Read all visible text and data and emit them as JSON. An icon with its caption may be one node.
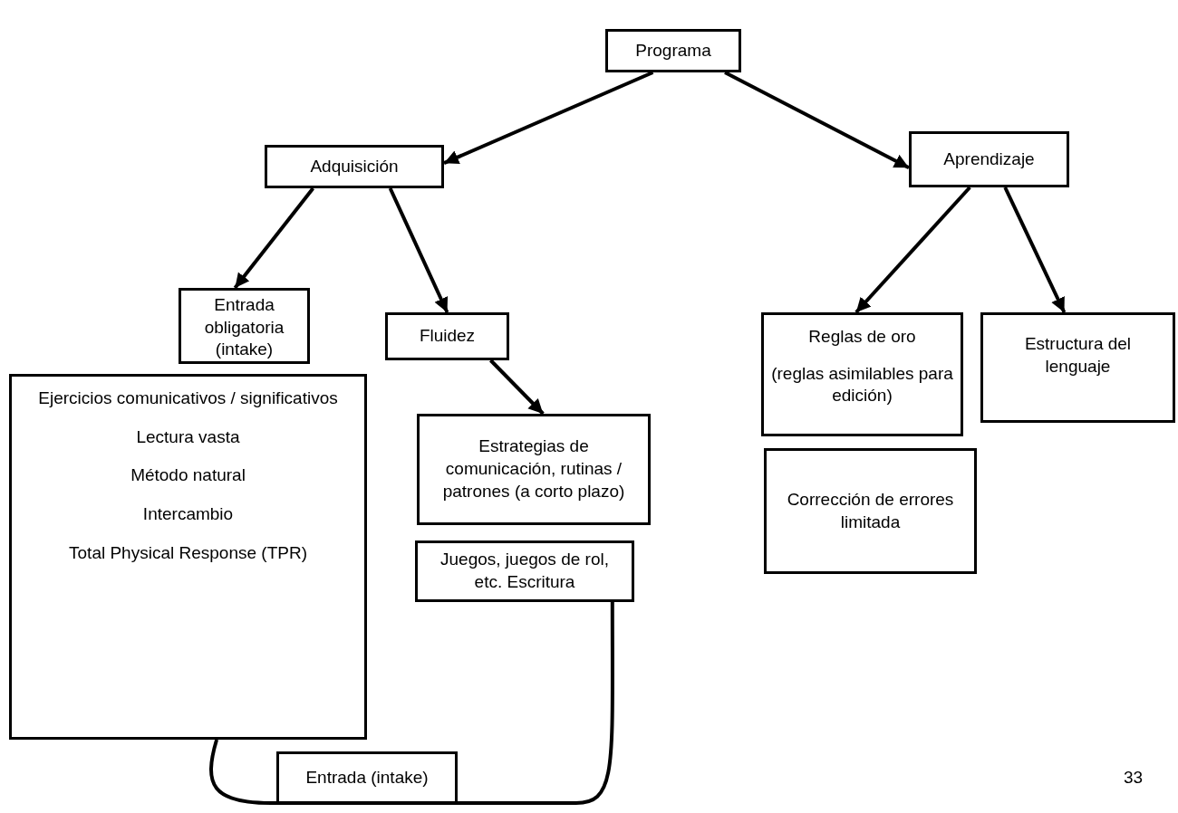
{
  "diagram": {
    "nodes": [
      {
        "text": [
          "Programa"
        ]
      },
      {
        "text": [
          "Adquisición"
        ]
      },
      {
        "text": [
          "Aprendizaje"
        ]
      },
      {
        "text": [
          "Entrada obligatoria (intake)"
        ]
      },
      {
        "text": [
          "Fluidez"
        ]
      },
      {
        "text": [
          "Reglas de oro",
          "(reglas asimilables para edición)"
        ]
      },
      {
        "text": [
          "Estructura del lenguaje"
        ]
      },
      {
        "text": [
          "Ejercicios comunicativos / significativos",
          "Lectura vasta",
          "Método natural",
          "Intercambio",
          "Total Physical Response (TPR)"
        ]
      },
      {
        "text": [
          "Estrategias de comunicación, rutinas / patrones (a corto plazo)"
        ]
      },
      {
        "text": [
          "Corrección de errores limitada"
        ]
      },
      {
        "text": [
          "Juegos, juegos de rol, etc. Escritura"
        ]
      },
      {
        "text": [
          "Entrada (intake)"
        ]
      }
    ],
    "edges": [
      {
        "from": 0,
        "to": 1,
        "arrow": "to"
      },
      {
        "from": 0,
        "to": 2,
        "arrow": "to"
      },
      {
        "from": 1,
        "to": 3,
        "arrow": "to"
      },
      {
        "from": 1,
        "to": 4,
        "arrow": "to"
      },
      {
        "from": 4,
        "to": 8,
        "arrow": "to"
      },
      {
        "from": 2,
        "to": 5,
        "arrow": "to"
      },
      {
        "from": 2,
        "to": 6,
        "arrow": "to"
      },
      {
        "from": 7,
        "to": 10,
        "arrow": "none"
      }
    ],
    "labels": [
      "33"
    ]
  }
}
